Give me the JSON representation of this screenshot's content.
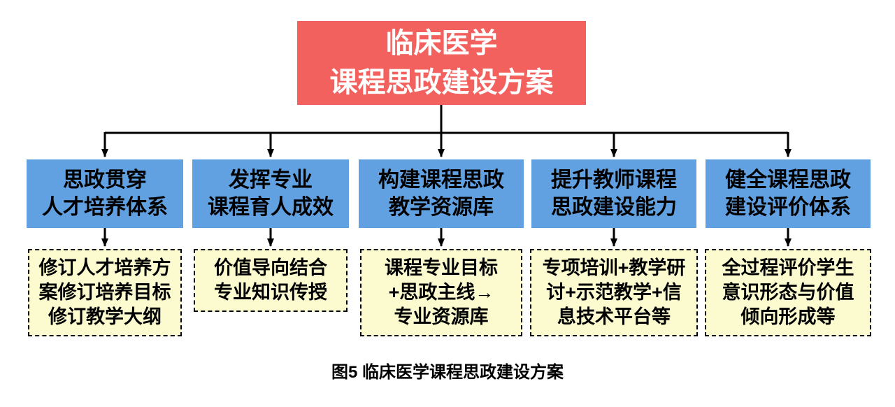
{
  "diagram": {
    "root": {
      "title": "临床医学\n课程思政建设方案"
    },
    "columns": [
      {
        "header": "思政贯穿\n人才培养体系",
        "detail": "修订人才培养方\n案修订培养目标\n修订教学大纲"
      },
      {
        "header": "发挥专业\n课程育人成效",
        "detail": "价值导向结合\n专业知识传授"
      },
      {
        "header": "构建课程思政\n教学资源库",
        "detail": "课程专业目标\n+思政主线→\n专业资源库"
      },
      {
        "header": "提升教师课程\n思政建设能力",
        "detail": "专项培训+教学研\n讨+示范教学+信\n息技术平台等"
      },
      {
        "header": "健全课程思政\n建设评价体系",
        "detail": "全过程评价学生\n意识形态与价值\n倾向形成等"
      }
    ],
    "caption": "图5 临床医学课程思政建设方案"
  },
  "colors": {
    "root_bg": "#F2615E",
    "branch_bg": "#61A0E1",
    "detail_bg": "#FBFBCF",
    "line": "#000000"
  }
}
